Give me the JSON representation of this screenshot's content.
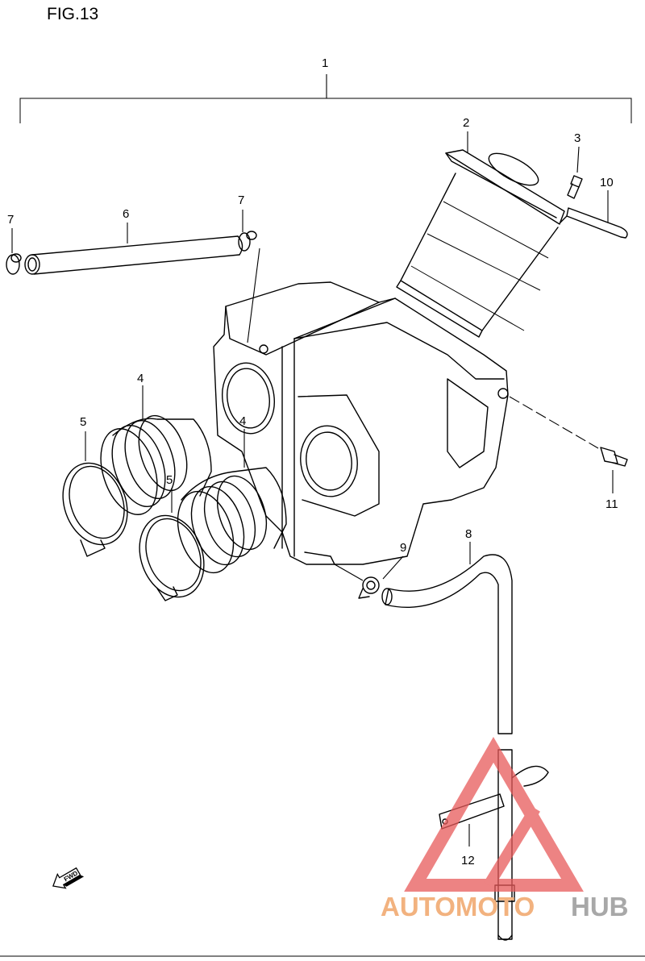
{
  "figure": {
    "title": "FIG.13"
  },
  "callouts": [
    "1",
    "2",
    "3",
    "4",
    "4",
    "5",
    "5",
    "6",
    "7",
    "7",
    "8",
    "9",
    "10",
    "11",
    "12"
  ],
  "fwd_label": "FWD",
  "watermark": {
    "text_a": "AUTOMOTO",
    "text_b": "HUB",
    "color_a": "#f2b27f",
    "color_b": "#b0b0b0",
    "triangle_color": "#e85a5a"
  }
}
